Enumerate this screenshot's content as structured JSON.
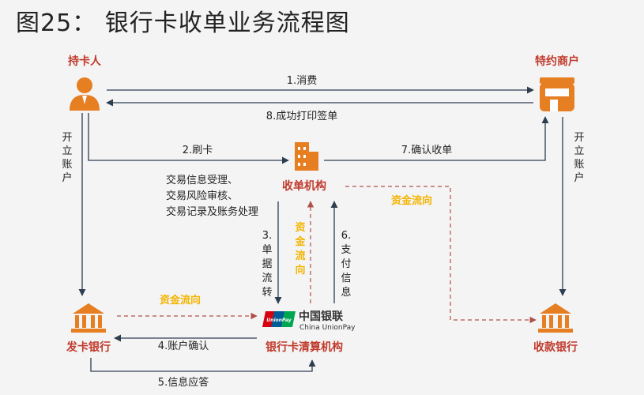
{
  "title": "图25： 银行卡收单业务流程图",
  "nodes": {
    "cardholder": "持卡人",
    "merchant": "特约商户",
    "acquirer": "收单机构",
    "issuing_bank": "发卡银行",
    "receiving_bank": "收款银行",
    "clearing": "银行卡清算机构",
    "unionpay_cn": "中国银联",
    "unionpay_en": "China UnionPay",
    "unionpay_badge": "UnionPay"
  },
  "edges": {
    "e1": "1.消费",
    "e8": "8.成功打印签单",
    "e2": "2.刷卡",
    "e7": "7.确认收单",
    "e4": "4.账户确认",
    "e5": "5.信息应答",
    "open_left": [
      "开",
      "立",
      "账",
      "户"
    ],
    "open_right": [
      "开",
      "立",
      "账",
      "户"
    ],
    "e3": [
      "3.",
      "单",
      "据",
      "流",
      "转"
    ],
    "e6": [
      "6.",
      "支",
      "付",
      "信",
      "息"
    ]
  },
  "notes": {
    "acquirer_tasks": [
      "交易信息受理、",
      "交易风险审核、",
      "交易记录及账务处理"
    ],
    "fund_flow": "资金流向",
    "fund_flow_vertical": [
      "资",
      "金",
      "流",
      "向"
    ]
  },
  "colors": {
    "primary": "#e67e22",
    "label_red": "#c0392b",
    "line": "#2c3e50",
    "dashed": "#b0504a",
    "fund_flow": "#f4b400",
    "unionpay_red": "#d7000f",
    "unionpay_blue": "#005b96",
    "unionpay_green": "#00a651"
  },
  "icons": {
    "cardholder": "person-icon",
    "merchant": "shop-icon",
    "acquirer": "building-icon",
    "issuing_bank": "bank-icon",
    "receiving_bank": "bank-icon",
    "clearing": "unionpay-logo"
  }
}
